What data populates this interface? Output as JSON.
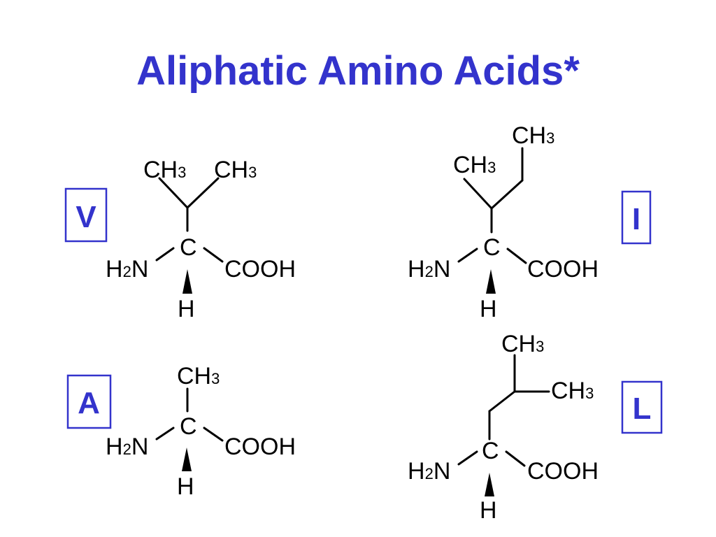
{
  "title": "Aliphatic Amino Acids*",
  "colors": {
    "accent": "#3333cc",
    "structure": "#000000",
    "background": "#ffffff"
  },
  "atoms": {
    "methyl": {
      "main": "CH",
      "sub": "3"
    },
    "amine": {
      "pre": "H",
      "sub": "2",
      "post": "N"
    },
    "alpha_carbon": "C",
    "carboxyl": "COOH",
    "hydrogen": "H"
  },
  "amino_acids": [
    {
      "code": "V"
    },
    {
      "code": "I"
    },
    {
      "code": "A"
    },
    {
      "code": "L"
    }
  ]
}
